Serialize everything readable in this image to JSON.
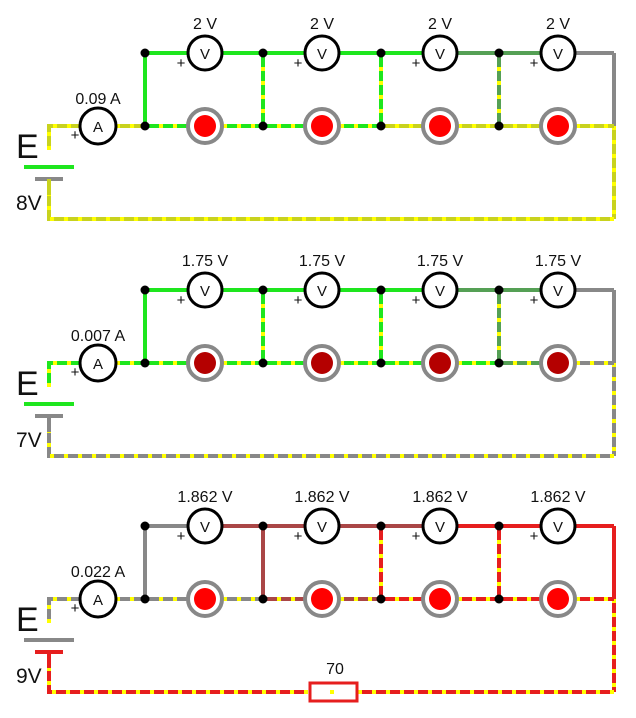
{
  "circuits": [
    {
      "emf_symbol": "E",
      "source_voltage": "8V",
      "ammeter_reading": "0.09 A",
      "ammeter_symbol": "A",
      "voltmeter_symbol": "V",
      "plus_sign": "+",
      "voltmeter_readings": [
        "2 V",
        "2 V",
        "2 V",
        "2 V"
      ],
      "lamp_state": "lit",
      "resistor_label": null
    },
    {
      "emf_symbol": "E",
      "source_voltage": "7V",
      "ammeter_reading": "0.007 A",
      "ammeter_symbol": "A",
      "voltmeter_symbol": "V",
      "plus_sign": "+",
      "voltmeter_readings": [
        "1.75 V",
        "1.75 V",
        "1.75 V",
        "1.75 V"
      ],
      "lamp_state": "dim",
      "resistor_label": null
    },
    {
      "emf_symbol": "E",
      "source_voltage": "9V",
      "ammeter_reading": "0.022 A",
      "ammeter_symbol": "A",
      "voltmeter_symbol": "V",
      "plus_sign": "+",
      "voltmeter_readings": [
        "1.862 V",
        "1.862 V",
        "1.862 V",
        "1.862 V"
      ],
      "lamp_state": "lit",
      "resistor_label": "70"
    }
  ],
  "colors": {
    "wire_grey": "#888888",
    "wire_green": "#1ee61e",
    "wire_dark_green": "#55a055",
    "wire_yellow_green": "#c8d21e",
    "wire_red": "#e61e1e",
    "wire_dark_red": "#aa4646",
    "dash_yellow": "#ffff00",
    "lamp_lit": "#ff0000",
    "lamp_dim": "#b40000",
    "lamp_ring": "#888888"
  }
}
